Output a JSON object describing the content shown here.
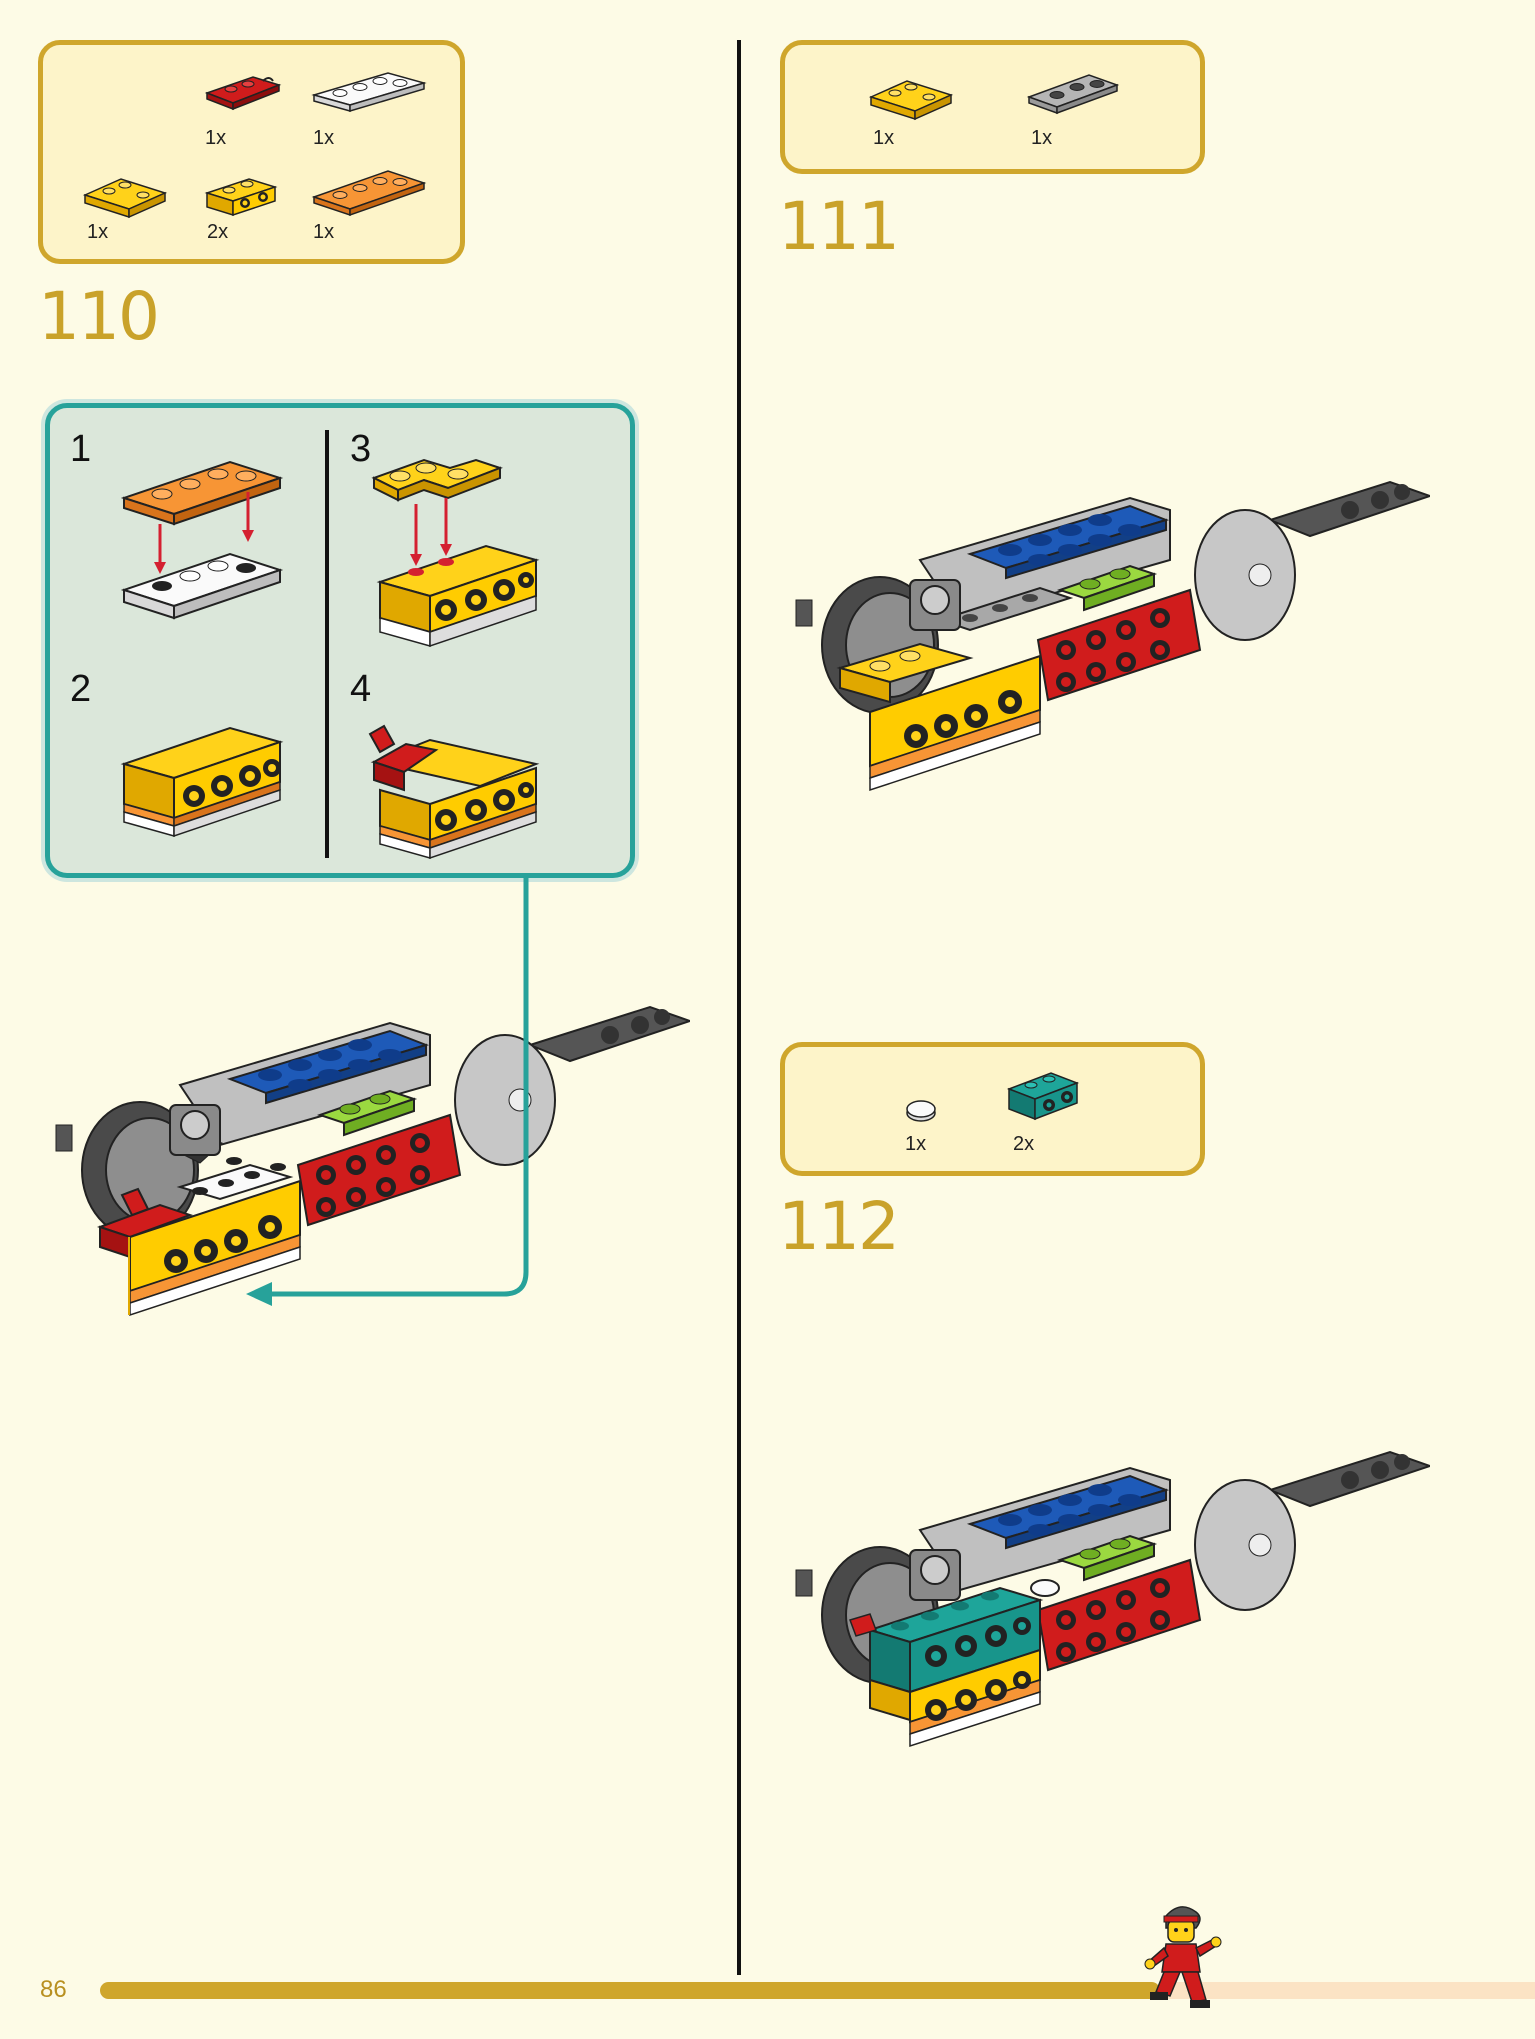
{
  "page": {
    "number": "86"
  },
  "steps": [
    {
      "number": "110",
      "parts": [
        {
          "qty": "1x",
          "icon": "red-plate-with-clip"
        },
        {
          "qty": "1x",
          "icon": "white-plate-1x4"
        },
        {
          "qty": "1x",
          "icon": "yellow-corner-plate"
        },
        {
          "qty": "2x",
          "icon": "yellow-bracket-brick"
        },
        {
          "qty": "1x",
          "icon": "orange-plate-1x4"
        }
      ],
      "substeps": [
        "1",
        "2",
        "3",
        "4"
      ]
    },
    {
      "number": "111",
      "parts": [
        {
          "qty": "1x",
          "icon": "yellow-corner-plate"
        },
        {
          "qty": "1x",
          "icon": "gray-plate-1x3"
        }
      ]
    },
    {
      "number": "112",
      "parts": [
        {
          "qty": "1x",
          "icon": "white-round-tile"
        },
        {
          "qty": "2x",
          "icon": "teal-bracket-brick"
        }
      ]
    }
  ],
  "colors": {
    "accent": "#cfa62c",
    "callout": "#27a29a",
    "background": "#fdfbe6"
  }
}
